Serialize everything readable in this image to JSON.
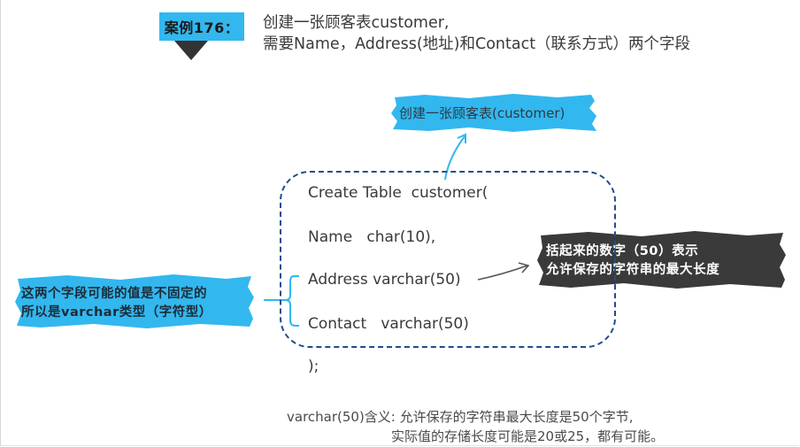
{
  "case": {
    "badge": "案例176：",
    "title_line1": "创建一张顾客表customer,",
    "title_line2": "需要Name，Address(地址)和Contact（联系方式）两个字段"
  },
  "callouts": {
    "top": "创建一张顾客表(customer)",
    "right_line1": "括起来的数字（50）表示",
    "right_line2": "允许保存的字符串的最大长度",
    "left_line1": "这两个字段可能的值是不固定的",
    "left_line2": "所以是varchar类型（字符型）"
  },
  "code": {
    "line1": "Create Table  customer(",
    "line2": "Name   char(10),",
    "line3": "Address varchar(50)",
    "line4": "Contact   varchar(50)",
    "line5": ");"
  },
  "note": {
    "line1": "varchar(50)含义: 允许保存的字符串最大长度是50个字节,",
    "line2": "实际值的存储长度可能是20或25，都有可能。"
  },
  "colors": {
    "accent_blue": "#33b7ef",
    "dark_callout": "#3a3a3a",
    "box_border": "#1f4d8f"
  }
}
